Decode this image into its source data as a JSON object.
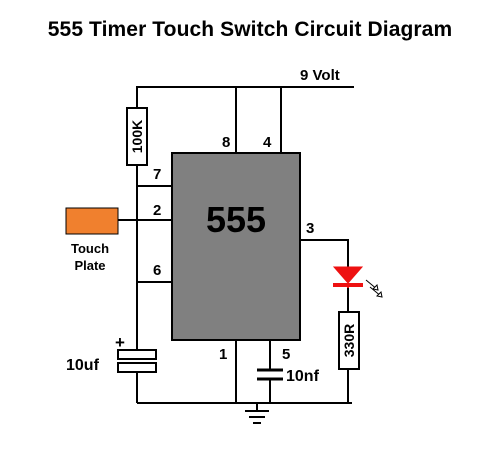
{
  "title": "555 Timer Touch Switch Circuit Diagram",
  "supply_label": "9 Volt",
  "ic": {
    "label": "555",
    "fill": "#808080",
    "pins": {
      "p1": "1",
      "p2": "2",
      "p3": "3",
      "p4": "4",
      "p5": "5",
      "p6": "6",
      "p7": "7",
      "p8": "8"
    }
  },
  "components": {
    "r1": "100K",
    "r2": "330R",
    "c1": "10uf",
    "c2": "10nf",
    "c1_polarity": "+",
    "touch_plate_line1": "Touch",
    "touch_plate_line2": "Plate"
  },
  "colors": {
    "touch_plate": "#F0802E",
    "led": "#EE1111",
    "wire": "#000000"
  }
}
